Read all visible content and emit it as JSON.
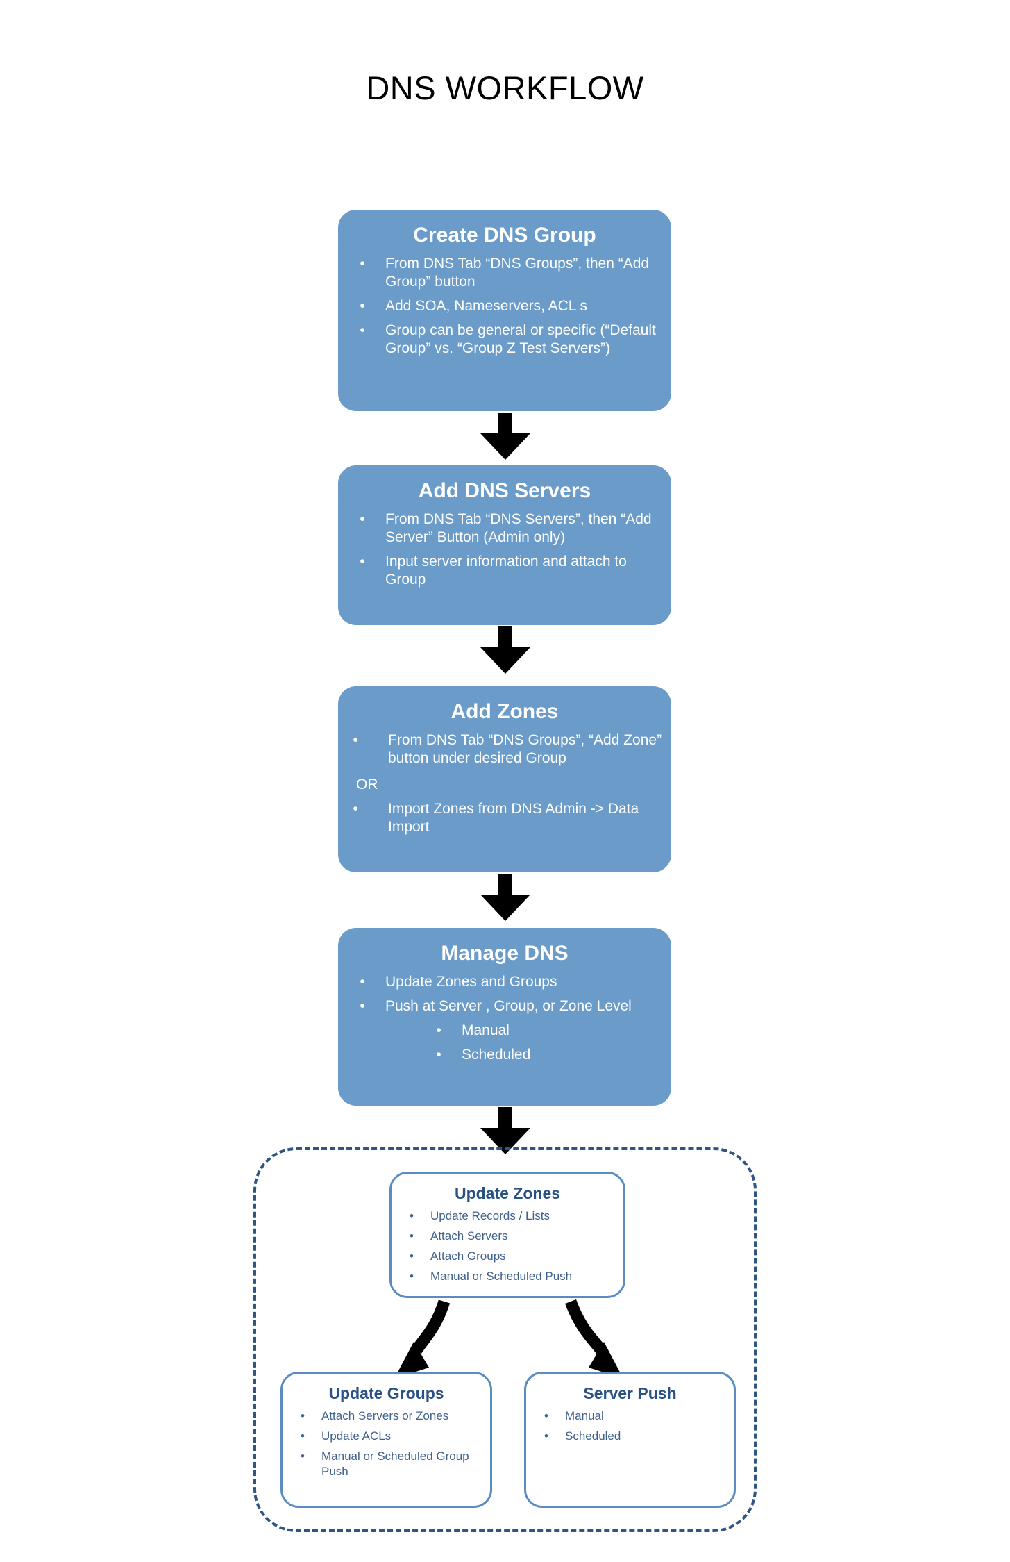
{
  "page": {
    "title": "DNS WORKFLOW",
    "accent_blue": "#6A9BC9",
    "border_blue": "#5B8CC0",
    "dashed_blue": "#2E5584",
    "heading_navy": "#2A5183",
    "body_slate": "#3F618D",
    "arrow_color": "#000000",
    "bullet_glyph": "•"
  },
  "steps": [
    {
      "title": "Create DNS Group",
      "bullets": [
        "From DNS Tab “DNS Groups”, then “Add Group” button",
        "Add SOA, Nameservers, ACL s",
        "Group can be general or specific (“Default Group” vs. “Group Z Test Servers”)"
      ]
    },
    {
      "title": "Add DNS Servers",
      "bullets": [
        "From DNS Tab “DNS Servers”, then “Add Server” Button (Admin only)",
        "Input server information and attach to Group"
      ]
    },
    {
      "title": "Add  Zones",
      "bullets": [
        "From DNS Tab “DNS Groups”, “Add Zone” button under desired Group",
        "Import Zones from DNS Admin -> Data Import"
      ],
      "separator": "OR"
    },
    {
      "title": "Manage DNS",
      "bullets": [
        "Update Zones and Groups",
        "Push at Server , Group, or Zone Level"
      ],
      "sub_bullets": [
        "Manual",
        "Scheduled"
      ]
    }
  ],
  "detail_group": {
    "update_zones": {
      "title": "Update Zones",
      "bullets": [
        "Update Records / Lists",
        "Attach Servers",
        "Attach Groups",
        "Manual or Scheduled Push"
      ]
    },
    "update_groups": {
      "title": "Update Groups",
      "bullets": [
        "Attach Servers or Zones",
        "Update ACLs",
        "Manual or Scheduled Group Push"
      ]
    },
    "server_push": {
      "title": "Server Push",
      "bullets": [
        "Manual",
        "Scheduled"
      ]
    }
  }
}
